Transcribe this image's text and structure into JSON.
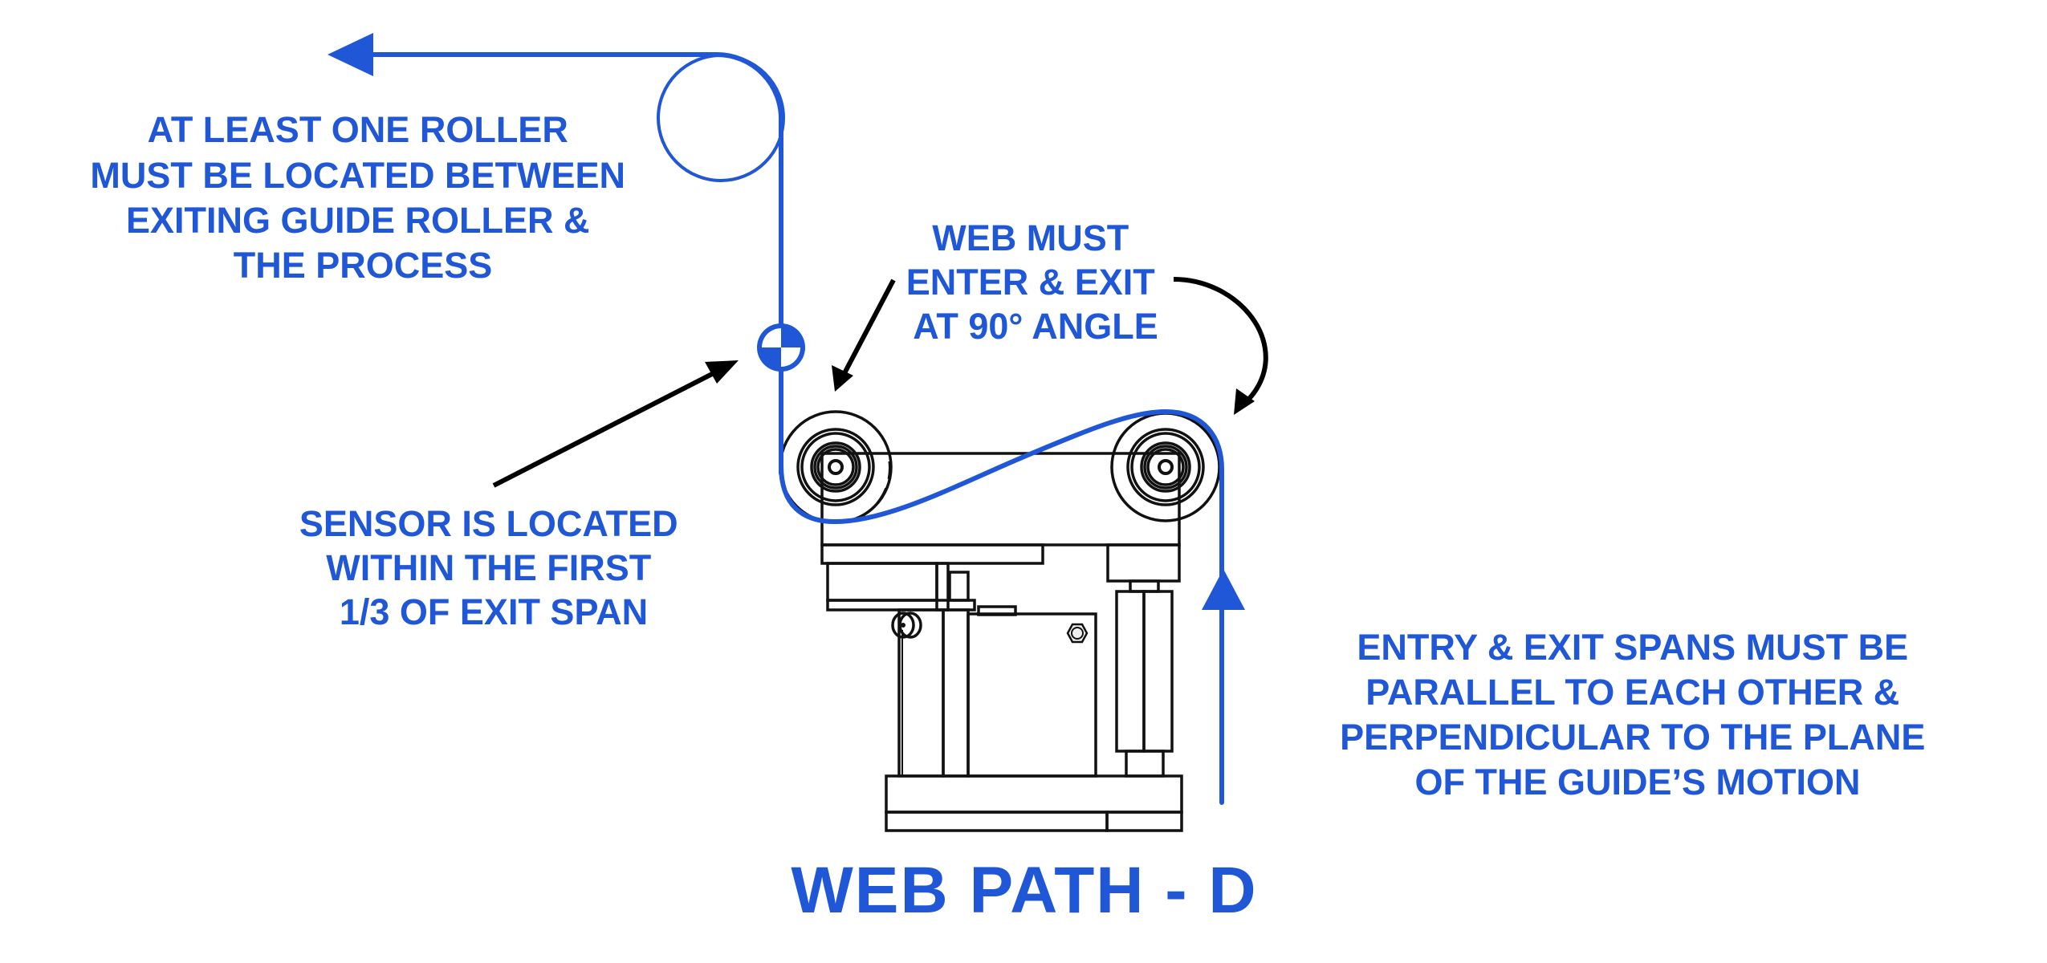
{
  "diagram": {
    "title": "WEB PATH - D",
    "colors": {
      "annotation": "#1f57d6",
      "web": "#1f57d6",
      "callout_arrow": "#000000",
      "part_outline": "#111111",
      "part_fill_light": "#efefef",
      "part_fill_mid": "#cccccc",
      "part_fill_dark": "#aaaaaa"
    },
    "notes": {
      "roller": {
        "lines": [
          "AT LEAST ONE ROLLER",
          "MUST BE LOCATED BETWEEN",
          "EXITING GUIDE ROLLER &",
          "THE PROCESS"
        ]
      },
      "angle": {
        "lines": [
          "WEB MUST",
          "ENTER & EXIT",
          "AT 90° ANGLE"
        ]
      },
      "sensor": {
        "lines": [
          "SENSOR IS LOCATED",
          "WITHIN THE FIRST",
          "1/3 OF EXIT SPAN"
        ]
      },
      "spans": {
        "lines": [
          "ENTRY & EXIT SPANS MUST BE",
          "PARALLEL TO EACH OTHER &",
          "PERPENDICULAR TO THE PLANE",
          "OF THE GUIDE’S MOTION"
        ]
      }
    },
    "icons": {
      "sensor": "sensor-target-icon",
      "exit_arrow": "web-exit-arrow-icon",
      "entry_arrow": "web-entry-arrow-icon",
      "idler_roller": "idler-roller-icon"
    }
  }
}
